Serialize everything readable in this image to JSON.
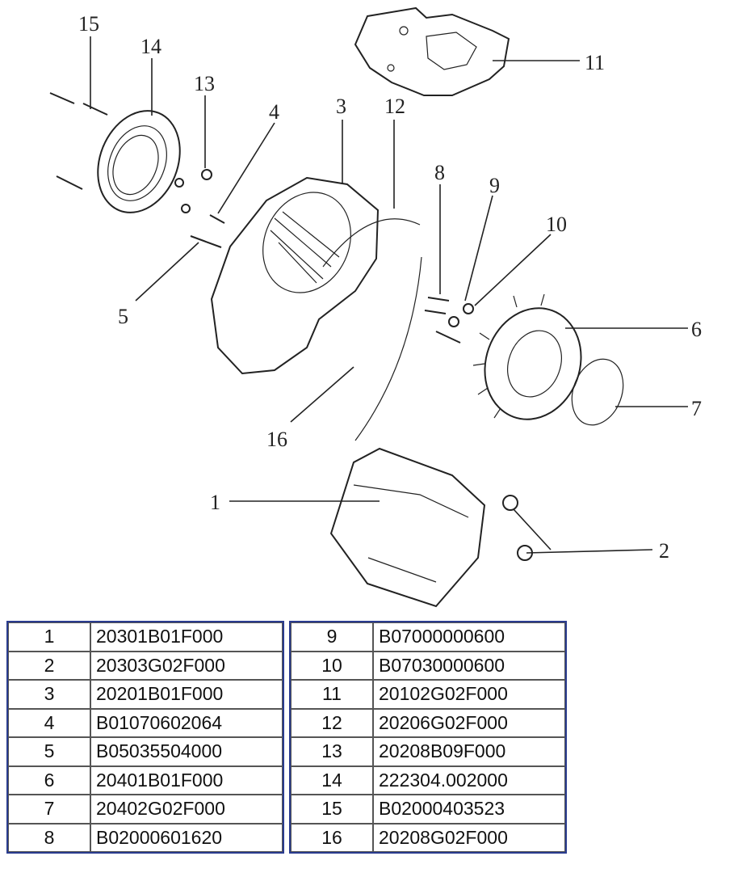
{
  "callouts": [
    "1",
    "2",
    "3",
    "4",
    "5",
    "6",
    "7",
    "8",
    "9",
    "10",
    "11",
    "12",
    "13",
    "14",
    "15",
    "16"
  ],
  "table_left": [
    {
      "no": "1",
      "code": "20301B01F000"
    },
    {
      "no": "2",
      "code": "20303G02F000"
    },
    {
      "no": "3",
      "code": "20201B01F000"
    },
    {
      "no": "4",
      "code": "B01070602064"
    },
    {
      "no": "5",
      "code": "B05035504000"
    },
    {
      "no": "6",
      "code": "20401B01F000"
    },
    {
      "no": "7",
      "code": "20402G02F000"
    },
    {
      "no": "8",
      "code": "B02000601620"
    }
  ],
  "table_right": [
    {
      "no": "9",
      "code": "B07000000600"
    },
    {
      "no": "10",
      "code": "B07030000600"
    },
    {
      "no": "11",
      "code": "20102G02F000"
    },
    {
      "no": "12",
      "code": "20206G02F000"
    },
    {
      "no": "13",
      "code": "20208B09F000"
    },
    {
      "no": "14",
      "code": "222304.002000"
    },
    {
      "no": "15",
      "code": "B02000403523"
    },
    {
      "no": "16",
      "code": "20208G02F000"
    }
  ]
}
